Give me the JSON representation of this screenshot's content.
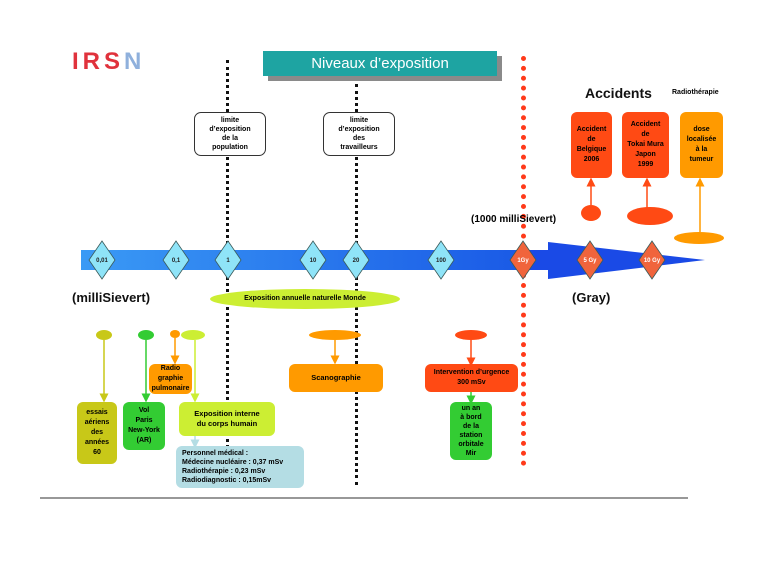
{
  "logo": {
    "text_main": "IRS",
    "text_accent": "N",
    "color": "#e0323c",
    "accent_color": "#8fb0dc"
  },
  "title": "Niveaux d’exposition",
  "limits": [
    {
      "text": "limite\nd’exposition\nde la\npopulation"
    },
    {
      "text": "limite\nd’exposition\ndes\ntravailleurs"
    }
  ],
  "section_labels": {
    "accidents": "Accidents",
    "radiotherapie": "Radiothérapie",
    "millisievert_1000": "(1000 milliSievert)",
    "millisievert": "(milliSievert)",
    "gray": "(Gray)"
  },
  "scale_marks": [
    {
      "label": "0,01",
      "kind": "mSv"
    },
    {
      "label": "0,1",
      "kind": "mSv"
    },
    {
      "label": "1",
      "kind": "mSv"
    },
    {
      "label": "10",
      "kind": "mSv"
    },
    {
      "label": "20",
      "kind": "mSv"
    },
    {
      "label": "100",
      "kind": "mSv"
    },
    {
      "label": "1Gy",
      "kind": "Gy"
    },
    {
      "label": "5 Gy",
      "kind": "Gy"
    },
    {
      "label": "10 Gy",
      "kind": "Gy"
    }
  ],
  "natural_exposure": "Exposition annuelle naturelle Monde",
  "top_boxes": [
    {
      "text": "Accident\nde\nBelgique\n2006",
      "color": "#ff4a14"
    },
    {
      "text": "Accident\nde\nTokai Mura\nJapon\n1999",
      "color": "#ff4a14"
    },
    {
      "text": "dose\nlocalisée\nà la\ntumeur",
      "color": "#ff9a00"
    }
  ],
  "bottom_boxes": {
    "essais": "essais\naériens\ndes\nannées\n60",
    "vol": "Vol\nParis\nNew-York\n(AR)",
    "radio": "Radio\ngraphie\npulmonaire",
    "exposition_interne": "Exposition interne\ndu corps humain",
    "personnel": "Personnel médical :\nMédecine nucléaire : 0,37 mSv\nRadiothérapie : 0,23 mSv\nRadiodiagnostic : 0,15mSv",
    "scanographie": "Scanographie",
    "intervention": "Intervention d’urgence\n300 mSv",
    "mir": "un an\nà bord\nde la\nstation\norbitale\nMir"
  },
  "colors": {
    "teal": "#1ea4a2",
    "axis_blue": "#2b8cf0",
    "diamond_cyan": "#8fe4f8",
    "diamond_orange": "#f0643c",
    "red_dots": "#ff3a1a",
    "olive": "#c8c818",
    "green": "#33cc33",
    "lime": "#ccee33",
    "orange": "#ff9a00",
    "red": "#ff4a14",
    "lightblue": "#b4dde4"
  }
}
